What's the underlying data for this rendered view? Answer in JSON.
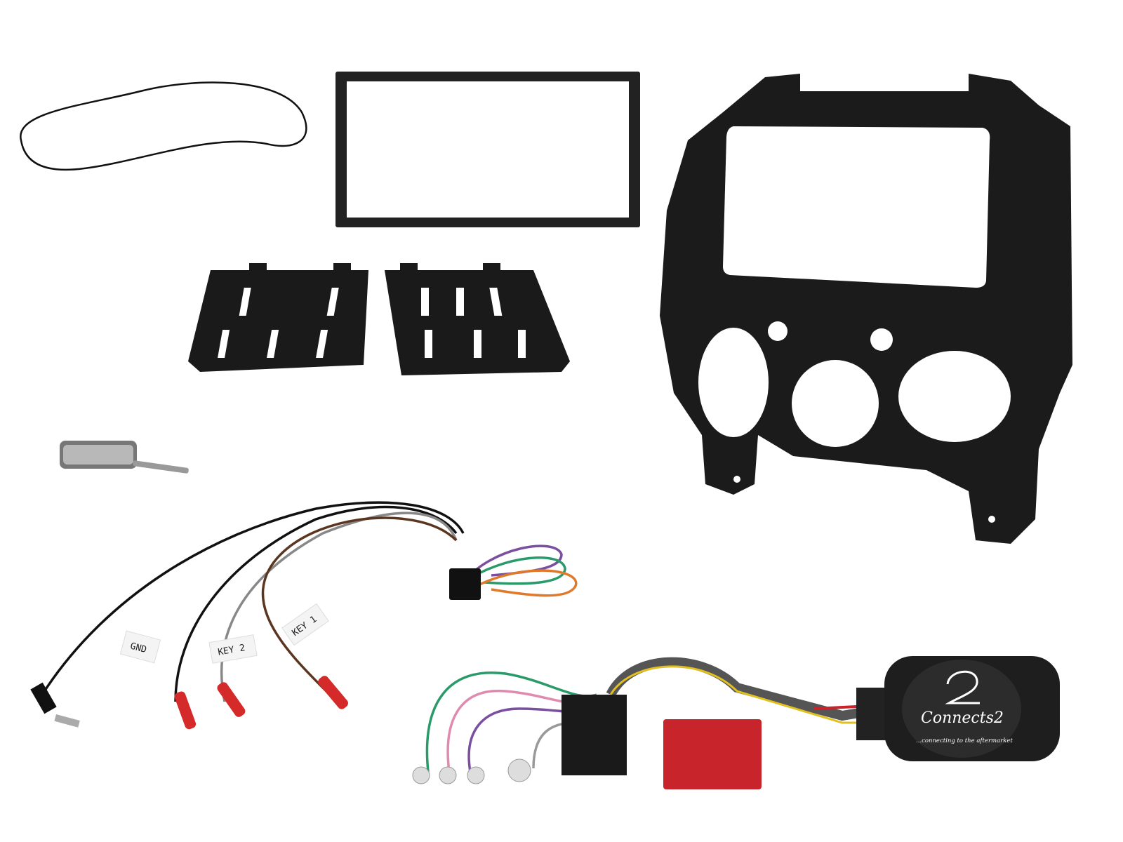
{
  "photo": {
    "labels": {
      "gnd": "GND",
      "key2": "KEY 2",
      "key1": "KEY 1"
    },
    "logo": {
      "brand": "Connects2",
      "tagline": "...connecting to the aftermarket"
    },
    "colors": {
      "plastic": "#1c1c1c",
      "connector_red": "#c8242b",
      "tip_red": "#d42a2a"
    }
  }
}
